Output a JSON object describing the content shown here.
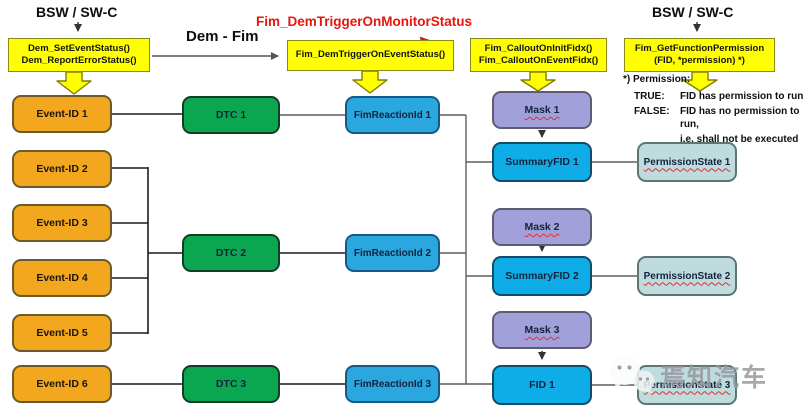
{
  "header": {
    "bsw_left": "BSW / SW-C",
    "bsw_right": "BSW / SW-C",
    "dem_fim_label": "Dem - Fim",
    "red_annotation": "Fim_DemTriggerOnMonitorStatus"
  },
  "api_boxes": {
    "dem_line1": "Dem_SetEventStatus()",
    "dem_line2": "Dem_ReportErrorStatus()",
    "trigger_line1": "Fim_DemTriggerOnEventStatus()",
    "callout_line1": "Fim_CalloutOnInitFidx()",
    "callout_line2": "Fim_CalloutOnEventFidx()",
    "getperm_line1": "Fim_GetFunctionPermission",
    "getperm_line2": "(FID, *permission)  *)"
  },
  "permission_note": {
    "header": "*) Permission:",
    "rows": [
      {
        "label": "TRUE:",
        "text": "FID has permission to run"
      },
      {
        "label": "FALSE:",
        "text": "FID has no permission to run,"
      },
      {
        "label": "",
        "text": "i.e. shall not be executed"
      }
    ]
  },
  "nodes": {
    "events": [
      "Event-ID 1",
      "Event-ID 2",
      "Event-ID 3",
      "Event-ID 4",
      "Event-ID 5",
      "Event-ID 6"
    ],
    "dtcs": [
      "DTC 1",
      "DTC 2",
      "DTC 3"
    ],
    "reactions": [
      "FimReactionId 1",
      "FimReactionId 2",
      "FimReactionId 3"
    ],
    "masks": [
      "Mask 1",
      "Mask 2",
      "Mask 3"
    ],
    "fids": [
      "SummaryFID 1",
      "SummaryFID 2",
      "FID 1"
    ],
    "permission_states": [
      "PermissionState 1",
      "PermissionState 2",
      "PermissionState 3"
    ]
  },
  "watermark": {
    "text": "焉知汽车",
    "logo": "chat-bubbles-icon"
  },
  "colors": {
    "api_box": "#FFFF00",
    "event": "#F2A71E",
    "dtc": "#0BA750",
    "reaction": "#2BA7E0",
    "mask": "#A2A0DB",
    "fid": "#0FADE8",
    "permission_state": "#BEDBDE",
    "annotation_red": "#E8150D"
  }
}
